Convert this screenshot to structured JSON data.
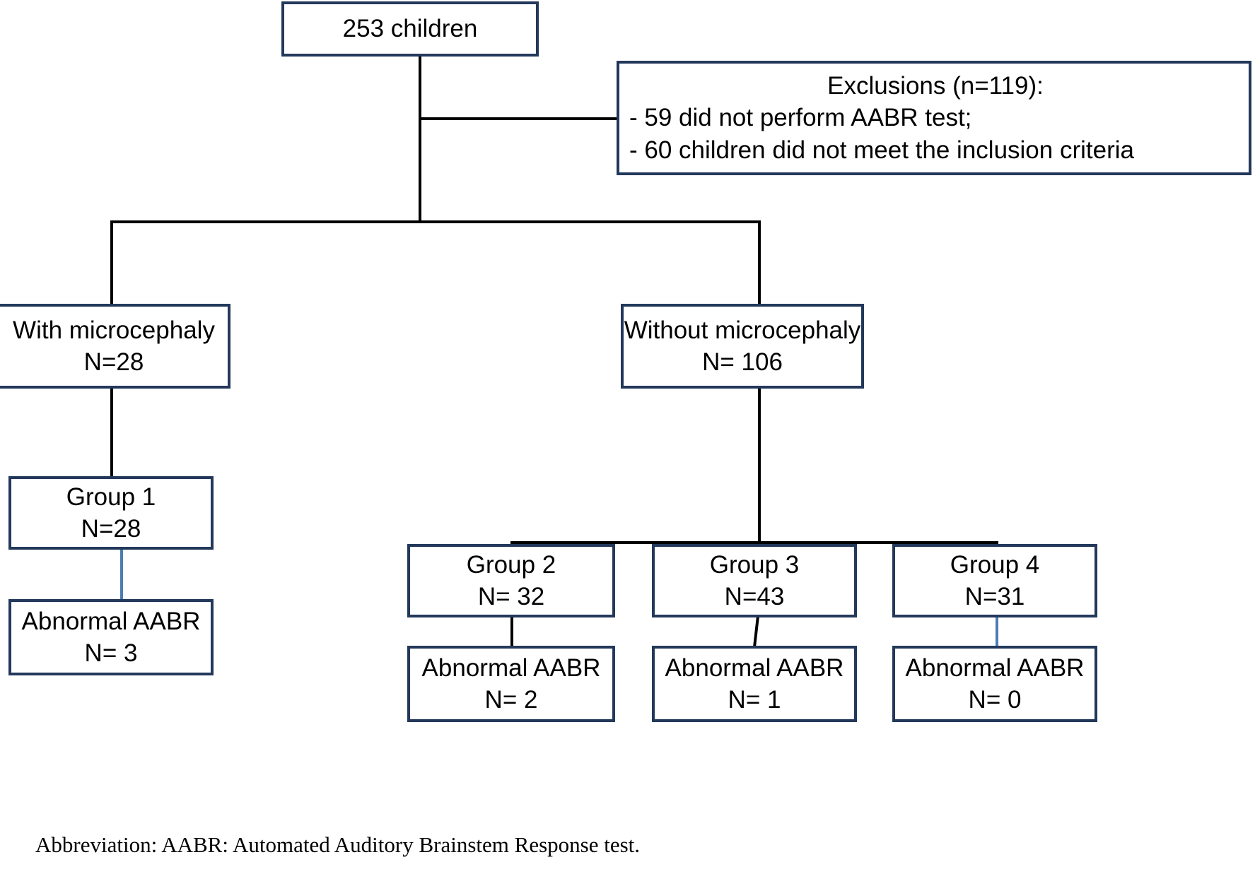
{
  "figure": {
    "type": "flowchart",
    "title": "Study participant flow diagram",
    "colors": {
      "box_border": "#23395b",
      "connector_black": "#000000",
      "connector_blue": "#4d7cb5",
      "background": "#ffffff",
      "text": "#000000"
    }
  },
  "nodes": {
    "total": {
      "line1": "253 children"
    },
    "exclusions": {
      "line1": "Exclusions (n=119):",
      "line2": "- 59 did not perform AABR test;",
      "line3": "- 60 children did not meet the inclusion criteria"
    },
    "with_microcephaly": {
      "line1": "With microcephaly",
      "line2": "N=28"
    },
    "without_microcephaly": {
      "line1": "Without microcephaly",
      "line2": "N= 106"
    },
    "group1": {
      "line1": "Group 1",
      "line2": "N=28"
    },
    "group1_abnormal": {
      "line1": "Abnormal AABR",
      "line2": "N= 3"
    },
    "group2": {
      "line1": "Group 2",
      "line2": "N= 32"
    },
    "group2_abnormal": {
      "line1": "Abnormal AABR",
      "line2": "N= 2"
    },
    "group3": {
      "line1": "Group 3",
      "line2": "N=43"
    },
    "group3_abnormal": {
      "line1": "Abnormal AABR",
      "line2": "N= 1"
    },
    "group4": {
      "line1": "Group 4",
      "line2": "N=31"
    },
    "group4_abnormal": {
      "line1": "Abnormal AABR",
      "line2": "N= 0"
    }
  },
  "footnote": {
    "text": "Abbreviation: AABR: Automated Auditory Brainstem Response test."
  },
  "chart_data": {
    "type": "flowchart",
    "title": "Participant flow",
    "levels": [
      {
        "id": "total",
        "label": "253 children",
        "n": 253
      },
      {
        "id": "exclusions",
        "label": "Exclusions (n=119)",
        "n": 119,
        "reasons": [
          {
            "label": "did not perform AABR test",
            "n": 59
          },
          {
            "label": "children did not meet the inclusion criteria",
            "n": 60
          }
        ]
      },
      {
        "id": "with_microcephaly",
        "label": "With microcephaly",
        "n": 28
      },
      {
        "id": "without_microcephaly",
        "label": "Without microcephaly",
        "n": 106
      },
      {
        "id": "group1",
        "label": "Group 1",
        "n": 28,
        "parent": "with_microcephaly"
      },
      {
        "id": "group2",
        "label": "Group 2",
        "n": 32,
        "parent": "without_microcephaly"
      },
      {
        "id": "group3",
        "label": "Group 3",
        "n": 43,
        "parent": "without_microcephaly"
      },
      {
        "id": "group4",
        "label": "Group 4",
        "n": 31,
        "parent": "without_microcephaly"
      },
      {
        "id": "group1_abnormal",
        "label": "Abnormal AABR",
        "n": 3,
        "parent": "group1"
      },
      {
        "id": "group2_abnormal",
        "label": "Abnormal AABR",
        "n": 2,
        "parent": "group2"
      },
      {
        "id": "group3_abnormal",
        "label": "Abnormal AABR",
        "n": 1,
        "parent": "group3"
      },
      {
        "id": "group4_abnormal",
        "label": "Abnormal AABR",
        "n": 0,
        "parent": "group4"
      }
    ]
  }
}
